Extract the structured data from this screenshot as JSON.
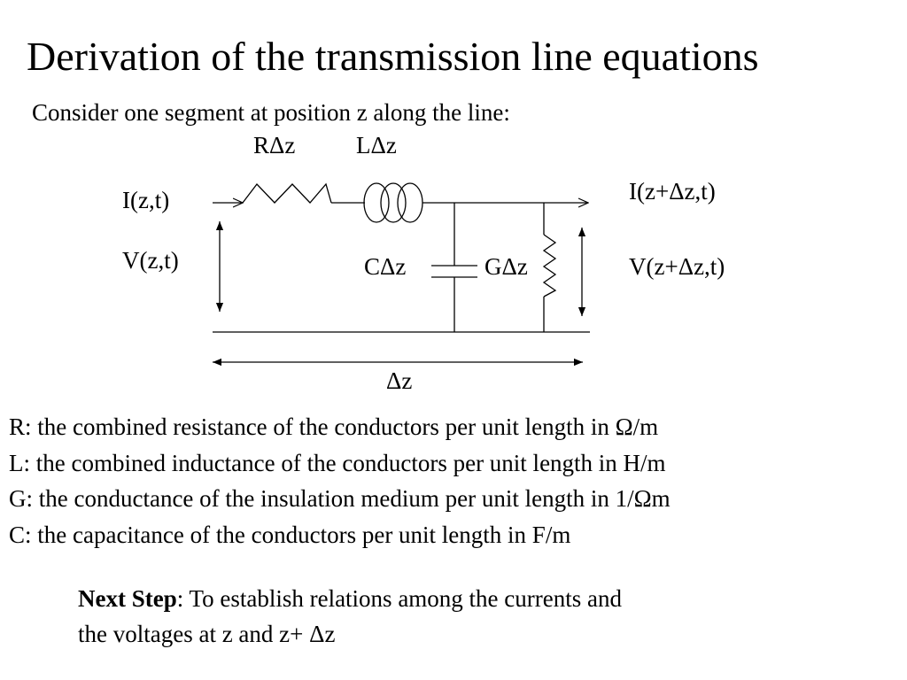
{
  "slide": {
    "title": "Derivation of the transmission line equations",
    "intro": "Consider one segment at position z along the line:"
  },
  "circuit": {
    "labels": {
      "resistor": "RΔz",
      "inductor": "LΔz",
      "current_in": "I(z,t)",
      "current_out": "I(z+Δz,t)",
      "voltage_in": "V(z,t)",
      "voltage_out": "V(z+Δz,t)",
      "capacitor": "CΔz",
      "conductance": "GΔz",
      "segment_length": "Δz"
    }
  },
  "definitions": [
    "R: the combined resistance of the conductors per unit length in Ω/m",
    "L: the combined inductance of the conductors per unit length in H/m",
    "G: the conductance of the insulation medium per unit length in 1/Ωm",
    "C: the capacitance of the conductors per unit length in F/m"
  ],
  "next_step": {
    "heading": "Next Step",
    "line1": ": To establish relations among the currents and",
    "line2": "the voltages at z and z+ Δz"
  }
}
